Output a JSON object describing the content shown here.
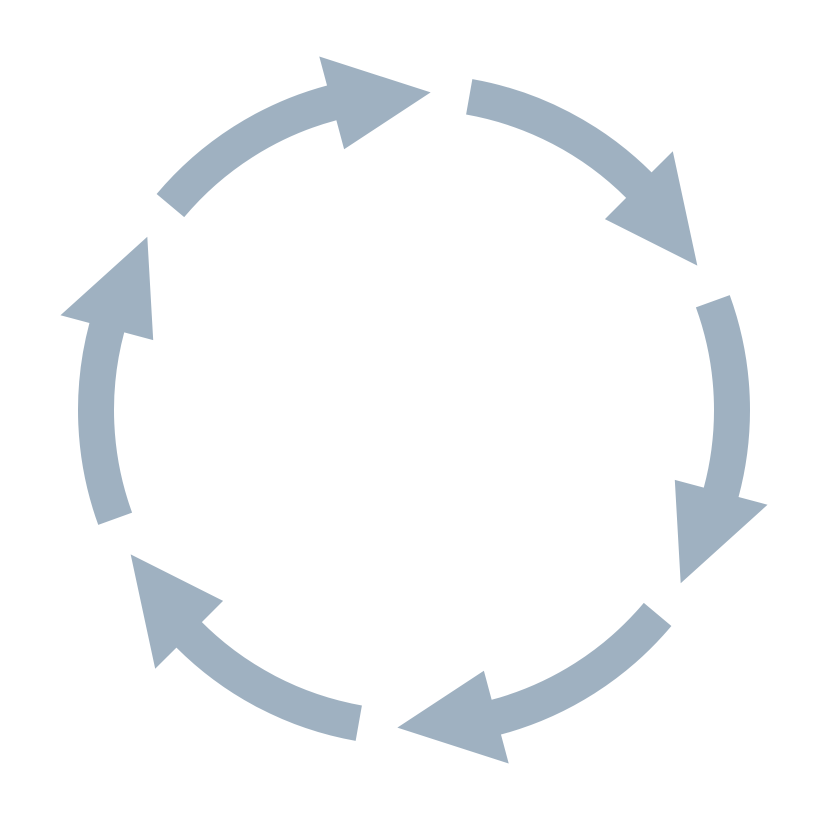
{
  "diagram": {
    "type": "cycle",
    "direction": "clockwise",
    "arrow_count": 6,
    "arrow_color": "#9fb1c1",
    "background_color": "#ffffff",
    "arrows": [
      {
        "name": "cycle-arrow-1"
      },
      {
        "name": "cycle-arrow-2"
      },
      {
        "name": "cycle-arrow-3"
      },
      {
        "name": "cycle-arrow-4"
      },
      {
        "name": "cycle-arrow-5"
      },
      {
        "name": "cycle-arrow-6"
      }
    ]
  }
}
